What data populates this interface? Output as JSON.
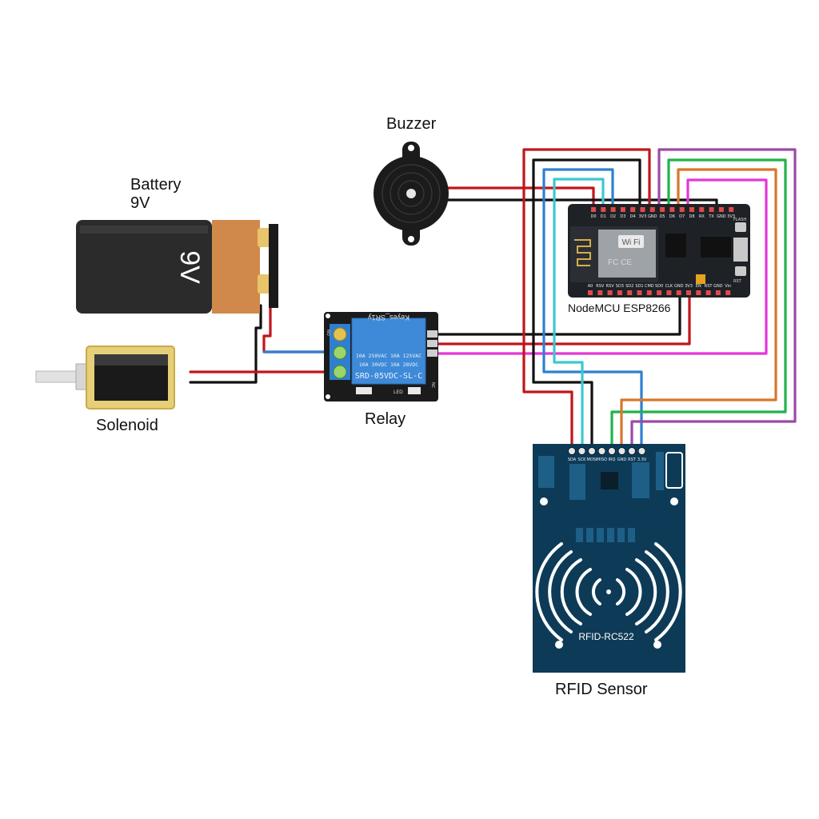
{
  "components": {
    "battery": {
      "title": "Battery",
      "voltage": "9V",
      "case_text": "9V"
    },
    "buzzer": {
      "title": "Buzzer"
    },
    "solenoid": {
      "title": "Solenoid"
    },
    "relay": {
      "title": "Relay",
      "brand": "Keyes_SR1y",
      "spec1": "10A 250VAC  10A 125VAC",
      "spec2": "10A  30VDC  10A  28VDC",
      "model": "SRD-05VDC-SL-C",
      "pin_no": "NO",
      "pin_nc": "NC",
      "led": "LED"
    },
    "nodemcu": {
      "title": "NodeMCU ESP8266",
      "wifi": "Wi Fi",
      "fcc": "FC CE",
      "flash": "FLASH",
      "rst": "RST",
      "top_pins": [
        "D0",
        "D1",
        "D2",
        "D3",
        "D4",
        "3V3",
        "GND",
        "D5",
        "D6",
        "D7",
        "D8",
        "RX",
        "TX",
        "GND",
        "3V3"
      ],
      "bottom_pins": [
        "A0",
        "RSV",
        "RSV",
        "SD3",
        "SD2",
        "SD1",
        "CMD",
        "SD0",
        "CLK",
        "GND",
        "3V3",
        "EN",
        "RST",
        "GND",
        "Vin"
      ]
    },
    "rfid": {
      "title": "RFID Sensor",
      "board_text": "RFID-RC522",
      "pins": [
        "SDA",
        "SCK",
        "MOSI",
        "MISO",
        "IRQ",
        "GND",
        "RST",
        "3.3V"
      ]
    }
  },
  "colors": {
    "red": "#c0161b",
    "black": "#111111",
    "blue": "#2e7fd1",
    "cyan": "#3cc8d0",
    "green": "#1fb34a",
    "orange": "#d9762a",
    "magenta": "#e535d8",
    "purple": "#9a4aa8",
    "board_dark": "#1e2227",
    "rfid_blue": "#0d3b57",
    "relay_blue": "#3e8ad8"
  }
}
